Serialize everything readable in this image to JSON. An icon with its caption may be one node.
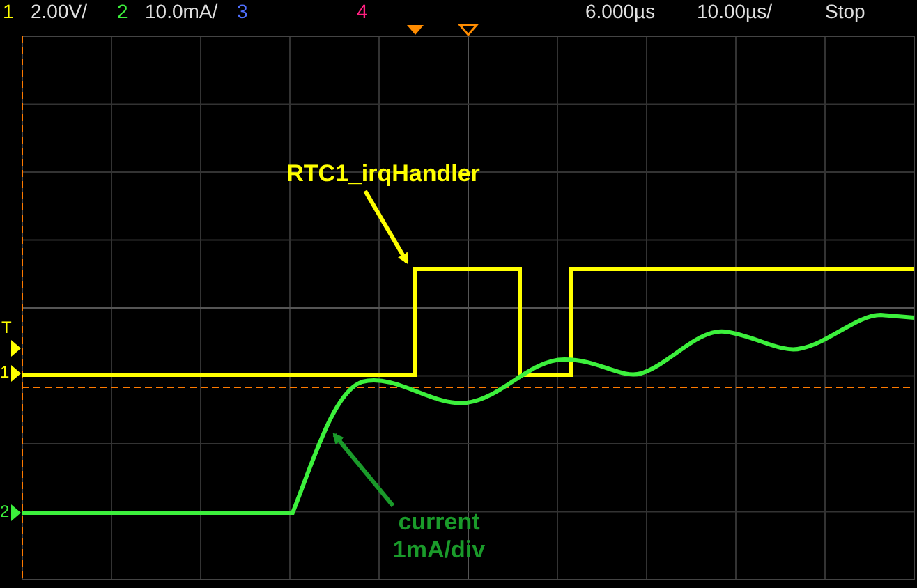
{
  "diagram": {
    "nodes": [
      {
        "text": [
          "RTC1_irqHandler"
        ]
      },
      {
        "text": [
          "current 1mA/div"
        ]
      }
    ],
    "edges": [
      {
        "from": 0,
        "to": null,
        "arrow": "to",
        "color": "#ffff00"
      },
      {
        "from": 1,
        "to": null,
        "arrow": "to",
        "color": "#1a9a2a"
      }
    ],
    "labels": [
      "1",
      "2.00V/",
      "2",
      "10.0mA/",
      "3",
      "4",
      "6.000µs",
      "10.00µs/",
      "Stop",
      "T",
      "1",
      "2"
    ]
  }
}
